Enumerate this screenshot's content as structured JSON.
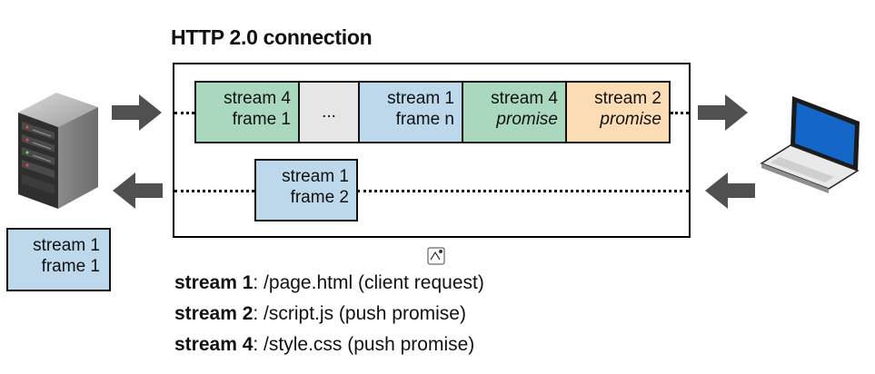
{
  "title": "HTTP 2.0 connection",
  "outgoing_frames": [
    {
      "line1": "stream 4",
      "line2": "frame 1",
      "italic": false,
      "color": "#a9d8be"
    },
    {
      "line1": "...",
      "line2": "",
      "italic": false,
      "color": "#e6e6e6"
    },
    {
      "line1": "stream 1",
      "line2": "frame n",
      "italic": false,
      "color": "#bcd8ea"
    },
    {
      "line1": "stream 4",
      "line2": "promise",
      "italic": true,
      "color": "#a9d8be"
    },
    {
      "line1": "stream 2",
      "line2": "promise",
      "italic": true,
      "color": "#fbdcb4"
    }
  ],
  "incoming_frame": {
    "line1": "stream 1",
    "line2": "frame 2",
    "color": "#bcd8ea"
  },
  "server_frame": {
    "line1": "stream 1",
    "line2": "frame 1",
    "color": "#bcd8ea"
  },
  "legend": [
    {
      "key": "stream 1",
      "value": ": /page.html  (client request)"
    },
    {
      "key": "stream 2",
      "value": ": /script.js  (push promise)"
    },
    {
      "key": "stream 4",
      "value": ": /style.css  (push promise)"
    }
  ],
  "icons": {
    "server": "server-icon",
    "laptop": "laptop-icon",
    "translate": "translate-icon"
  },
  "colors": {
    "arrow": "#505050",
    "stream_green": "#a9d8be",
    "stream_blue": "#bcd8ea",
    "stream_orange": "#fbdcb4",
    "stream_gray": "#e6e6e6"
  }
}
